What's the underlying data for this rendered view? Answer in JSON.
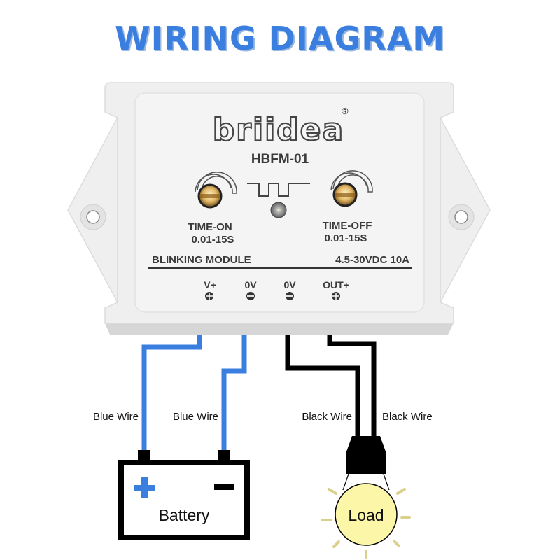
{
  "title": "WIRING DIAGRAM",
  "module": {
    "brand": "briidea",
    "registered_mark": "®",
    "model": "HBFM-01",
    "knobs": [
      {
        "name": "TIME-ON",
        "range": "0.01-15S"
      },
      {
        "name": "TIME-OFF",
        "range": "0.01-15S"
      }
    ],
    "description": "BLINKING MODULE",
    "rating": "4.5-30VDC 10A",
    "terminals": [
      {
        "label": "V+",
        "polarity": "+"
      },
      {
        "label": "0V",
        "polarity": "-"
      },
      {
        "label": "0V",
        "polarity": "-"
      },
      {
        "label": "OUT+",
        "polarity": "+"
      }
    ]
  },
  "wires": [
    {
      "label": "Blue Wire",
      "color": "#3a7fe0"
    },
    {
      "label": "Blue Wire",
      "color": "#3a7fe0"
    },
    {
      "label": "Black Wire",
      "color": "#000000"
    },
    {
      "label": "Black Wire",
      "color": "#000000"
    }
  ],
  "battery": {
    "label": "Battery",
    "plus_symbol": "+",
    "minus_symbol": "−",
    "plus_color": "#3a7fe0"
  },
  "load": {
    "label": "Load",
    "bulb_color": "#fbf6a8"
  }
}
